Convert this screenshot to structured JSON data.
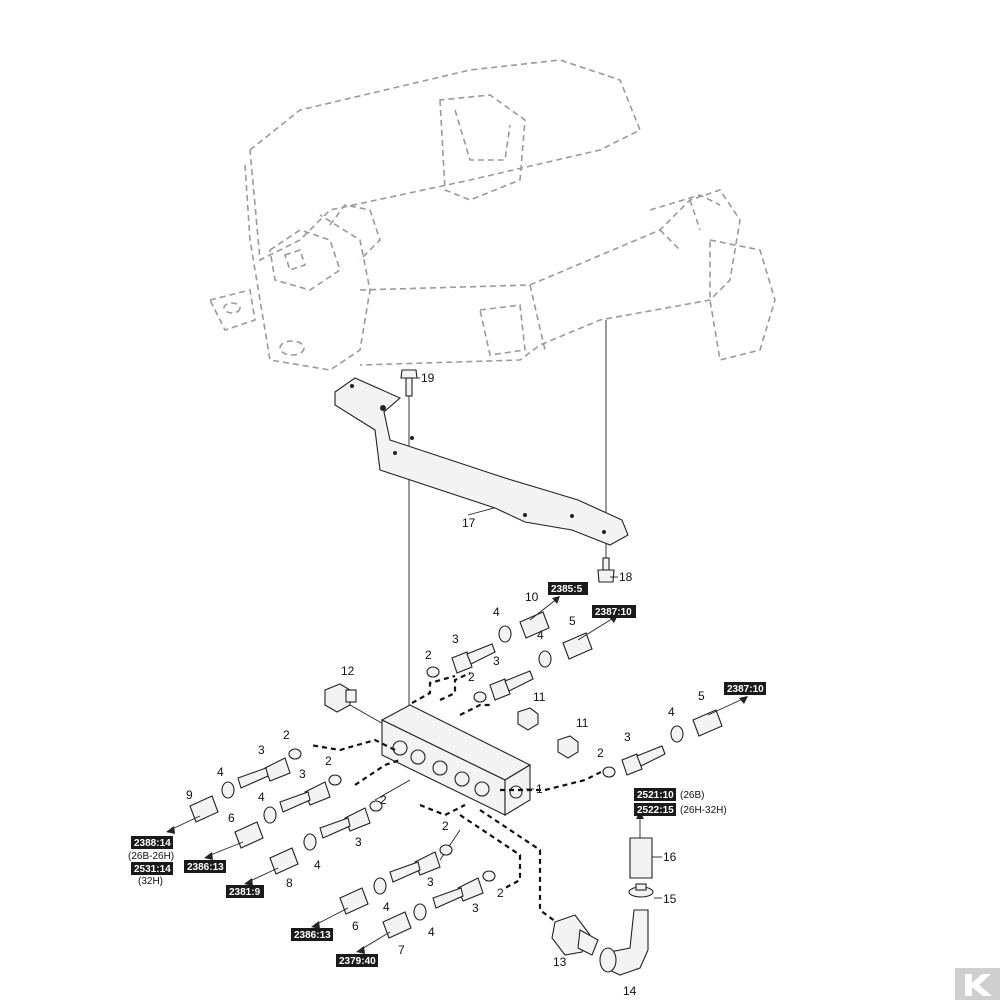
{
  "diagram": {
    "callouts": [
      "19",
      "17",
      "18",
      "12",
      "1",
      "2",
      "3",
      "4",
      "5",
      "6",
      "7",
      "8",
      "9",
      "10",
      "11",
      "13",
      "14",
      "15",
      "16"
    ],
    "refs": {
      "r2385_5": "2385:5",
      "r2387_10a": "2387:10",
      "r2387_10b": "2387:10",
      "r2388_14": "2388:14",
      "r2531_14": "2531:14",
      "r2386_13a": "2386:13",
      "r2381_9": "2381:9",
      "r2386_13b": "2386:13",
      "r2379_40": "2379:40",
      "r2521_10": "2521:10",
      "r2522_15": "2522:15"
    },
    "notes": {
      "n_26b_26h": "(26B-26H)",
      "n_32h": "(32H)",
      "n_26b": "(26B)",
      "n_26h_32h": "(26H-32H)"
    },
    "labels": {
      "c19": "19",
      "c17": "17",
      "c18": "18",
      "c12": "12",
      "c1": "1",
      "c10": "10",
      "c4a": "4",
      "c3a": "3",
      "c2a": "2",
      "c5a": "5",
      "c4b": "4",
      "c2b": "2",
      "c3b": "3",
      "c11a": "11",
      "c11b": "11",
      "c5b": "5",
      "c4c": "4",
      "c3c": "3",
      "c2c": "2",
      "c2d": "2",
      "c3d": "3",
      "c4d": "4",
      "c9": "9",
      "c2e": "2",
      "c3e": "3",
      "c4e": "4",
      "c6a": "6",
      "c2f": "2",
      "c3f": "3",
      "c4f": "4",
      "c8": "8",
      "c2g": "2",
      "c3g": "3",
      "c4g": "4",
      "c6b": "6",
      "c2h": "2",
      "c3h": "3",
      "c4h": "4",
      "c7": "7",
      "c13": "13",
      "c14": "14",
      "c15": "15",
      "c16": "16"
    }
  }
}
